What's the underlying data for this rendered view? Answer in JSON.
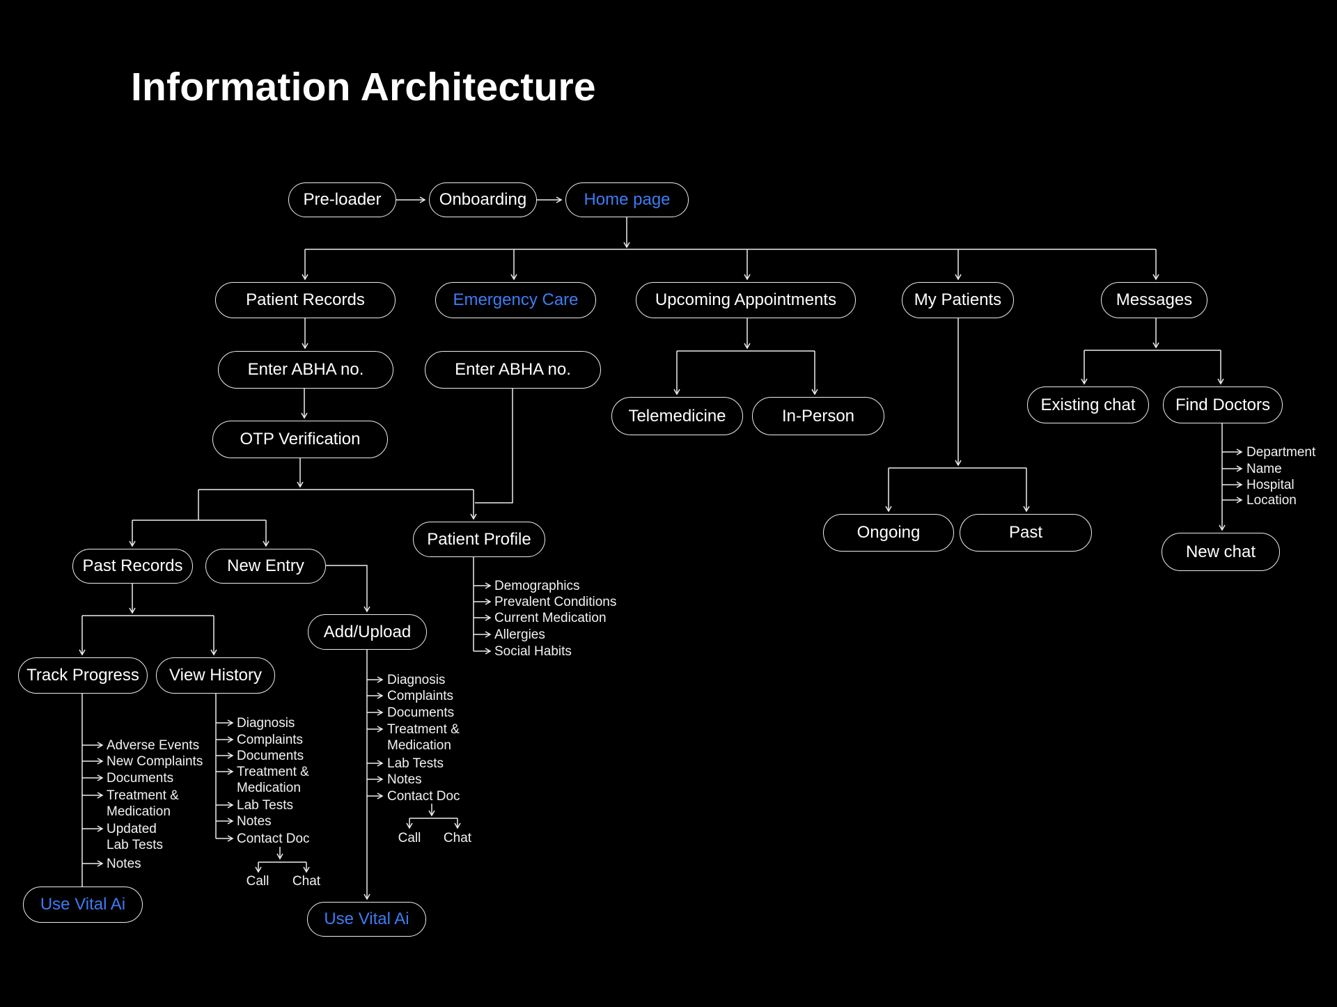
{
  "page": {
    "title": "Information Architecture"
  },
  "colors": {
    "background": "#000000",
    "line": "#EDEDED",
    "text": "#FFFFFF",
    "accent": "#3D7CF4"
  },
  "nodes": {
    "pre_loader": "Pre-loader",
    "onboarding": "Onboarding",
    "home_page": "Home page",
    "patient_records": "Patient Records",
    "emergency_care": "Emergency Care",
    "upcoming_appointments": "Upcoming Appointments",
    "my_patients": "My Patients",
    "messages": "Messages",
    "enter_abha_left": "Enter ABHA no.",
    "enter_abha_right": "Enter ABHA no.",
    "otp_verification": "OTP Verification",
    "telemedicine": "Telemedicine",
    "in_person": "In-Person",
    "existing_chat": "Existing chat",
    "find_doctors": "Find Doctors",
    "new_chat": "New chat",
    "ongoing": "Ongoing",
    "past": "Past",
    "patient_profile": "Patient Profile",
    "past_records": "Past Records",
    "new_entry": "New Entry",
    "add_upload": "Add/Upload",
    "track_progress": "Track Progress",
    "view_history": "View History",
    "use_vital_ai_left": "Use Vital Ai",
    "use_vital_ai_mid": "Use Vital Ai"
  },
  "lists": {
    "find_doctors": [
      "Department",
      "Name",
      "Hospital",
      "Location"
    ],
    "patient_profile": [
      "Demographics",
      "Prevalent Conditions",
      "Current Medication",
      "Allergies",
      "Social Habits"
    ],
    "track_progress": [
      "Adverse Events",
      "New Complaints",
      "Documents",
      "Treatment &\nMedication",
      "Updated\nLab Tests",
      "Notes"
    ],
    "view_history": [
      "Diagnosis",
      "Complaints",
      "Documents",
      "Treatment &\nMedication",
      "Lab Tests",
      "Notes",
      "Contact Doc"
    ],
    "add_upload": [
      "Diagnosis",
      "Complaints",
      "Documents",
      "Treatment &\nMedication",
      "Lab Tests",
      "Notes",
      "Contact Doc"
    ]
  },
  "contact": {
    "call": "Call",
    "chat": "Chat"
  }
}
